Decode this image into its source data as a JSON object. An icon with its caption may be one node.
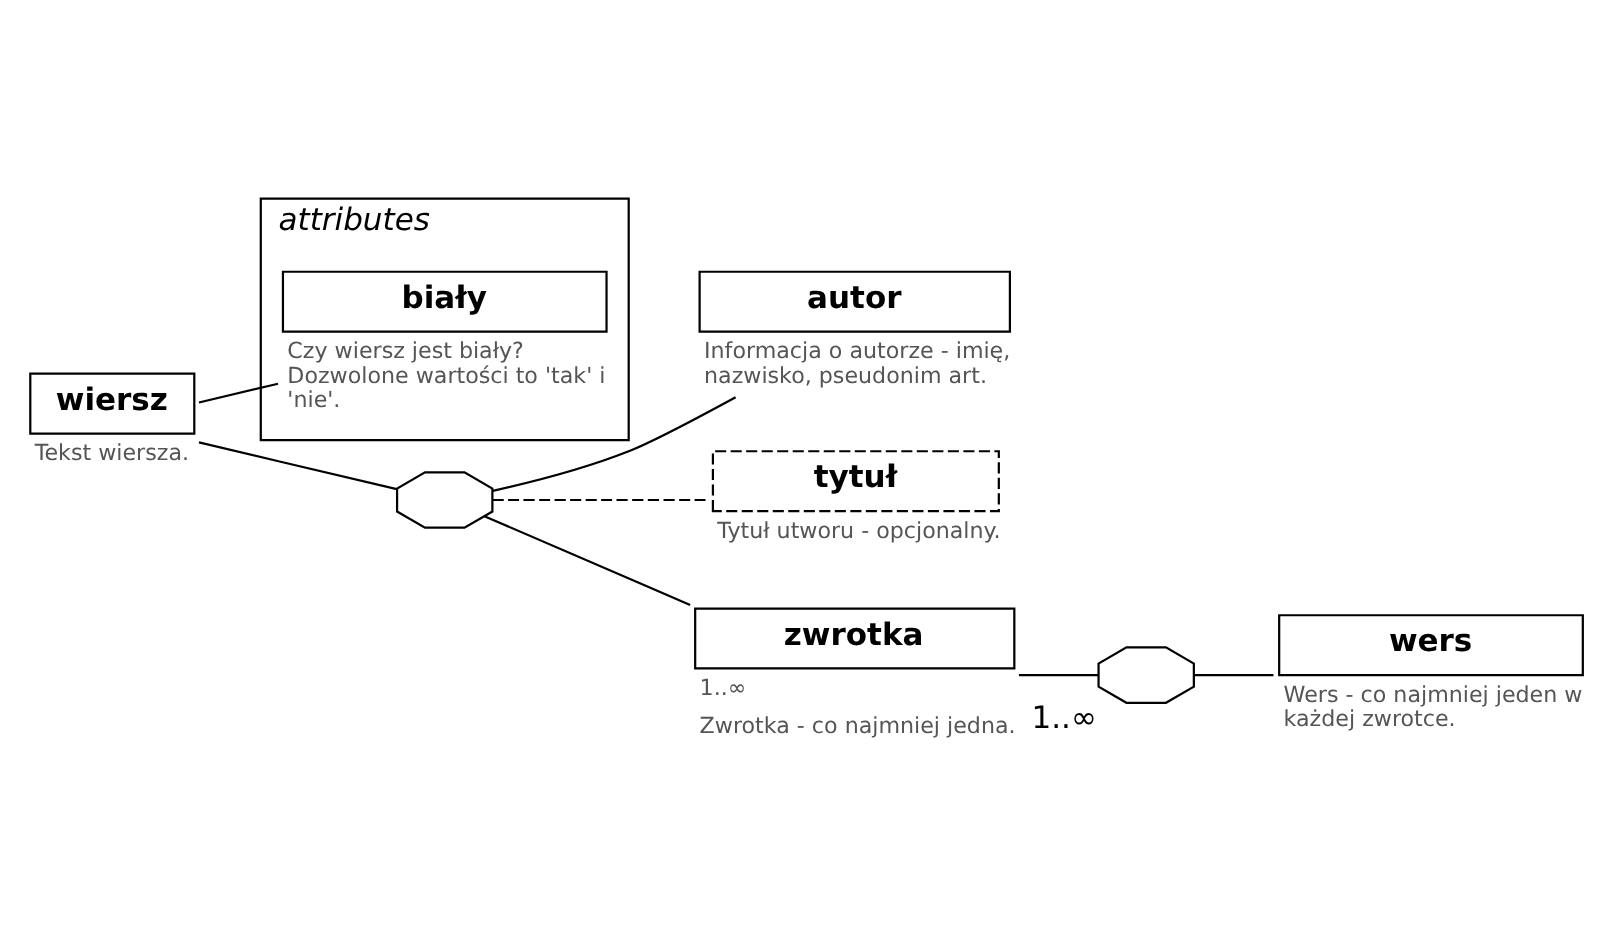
{
  "diagram": {
    "nodes": [
      {
        "text": [
          "wiersz"
        ],
        "beside": [
          "Tekst wiersza."
        ]
      },
      {
        "text": [
          "attributes"
        ]
      },
      {
        "text": [
          "biały"
        ],
        "in": 1,
        "beside": [
          "Czy wiersz jest biały? Dozwolone wartości to 'tak' i 'nie'."
        ]
      },
      {
        "text": [],
        "shape": "octagon"
      },
      {
        "text": [
          "autor"
        ],
        "beside": [
          "Informacja o autorze - imię, nazwisko, pseudonim art."
        ]
      },
      {
        "text": [
          "tytuł"
        ],
        "beside": [
          "Tytuł utworu - opcjonalny."
        ]
      },
      {
        "text": [
          "zwrotka"
        ],
        "beside": [
          "1..∞",
          "Zwrotka - co najmniej jedna."
        ]
      },
      {
        "text": [],
        "shape": "octagon",
        "beside": [
          "1..∞"
        ]
      },
      {
        "text": [
          "wers"
        ],
        "beside": [
          "Wers - co najmniej jeden w każdej zwrotce."
        ]
      }
    ],
    "edges": [
      {
        "from": 0,
        "to": 2,
        "arrow": "none"
      },
      {
        "from": 0,
        "to": 3,
        "arrow": "none"
      },
      {
        "from": 3,
        "to": 4,
        "arrow": "none"
      },
      {
        "from": 3,
        "to": 5,
        "arrow": "none",
        "style": "dashed"
      },
      {
        "from": 3,
        "to": 6,
        "arrow": "none"
      },
      {
        "from": 6,
        "to": 7,
        "arrow": "none"
      },
      {
        "from": 7,
        "to": 8,
        "arrow": "none"
      }
    ]
  }
}
